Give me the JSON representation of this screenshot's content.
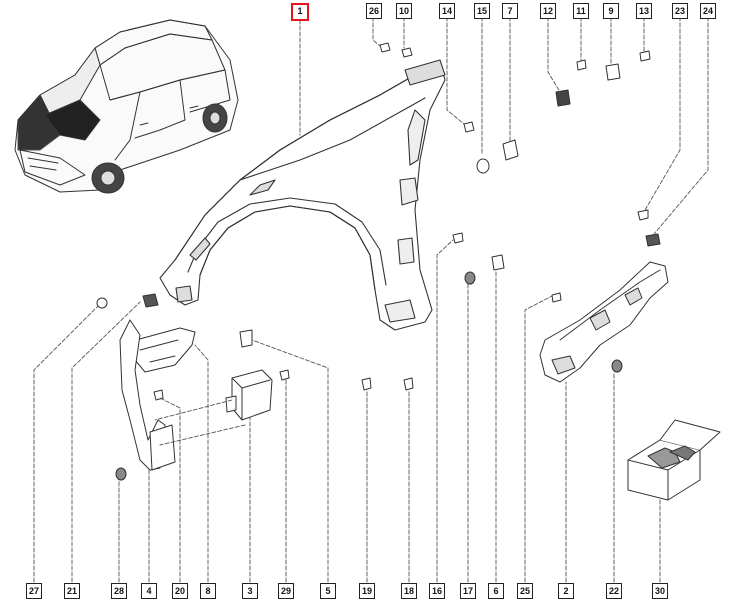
{
  "diagram": {
    "accent_color": "#e8141b",
    "top_callouts": [
      "1",
      "26",
      "10",
      "14",
      "15",
      "7",
      "12",
      "11",
      "9",
      "13",
      "23",
      "24"
    ],
    "bottom_callouts": [
      "27",
      "21",
      "28",
      "4",
      "20",
      "8",
      "3",
      "29",
      "5",
      "19",
      "18",
      "16",
      "17",
      "6",
      "25",
      "2",
      "22",
      "30"
    ]
  }
}
